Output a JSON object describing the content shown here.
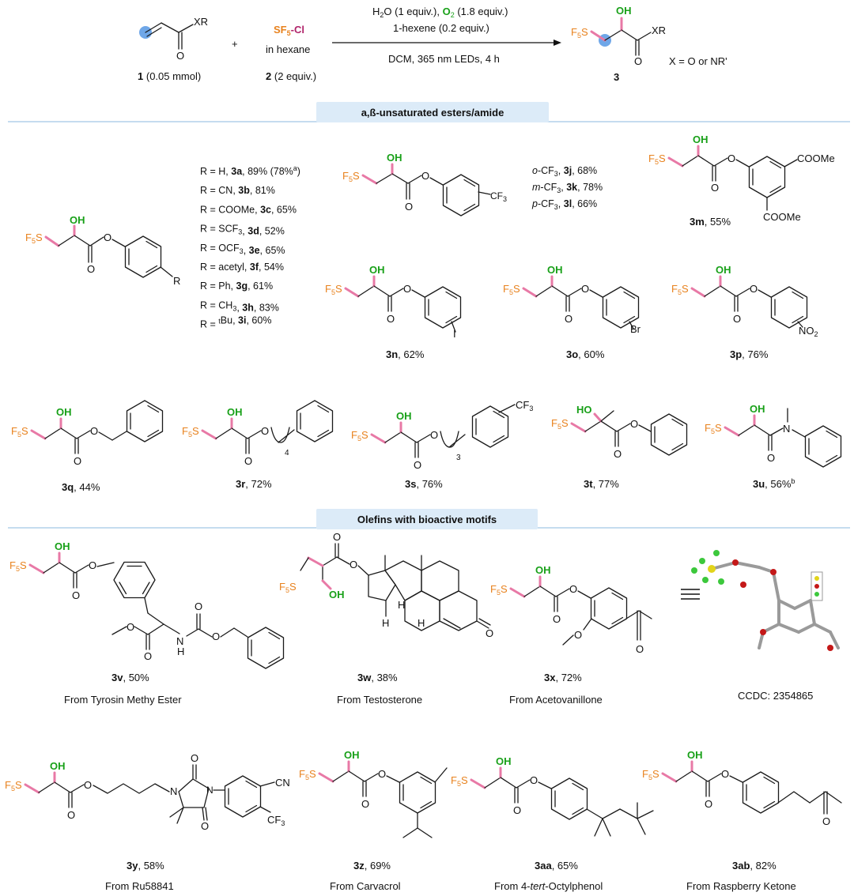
{
  "scheme": {
    "reactant1_label": "XR",
    "reactant1_o": "O",
    "reactant1_caption_num": "1",
    "reactant1_caption_amt": "(0.05 mmol)",
    "plus": "+",
    "reagent2_sf5": "SF",
    "reagent2_sub": "5",
    "reagent2_cl": "-Cl",
    "reagent2_solvent": "in hexane",
    "reagent2_caption_num": "2",
    "reagent2_caption_amt": "(2 equiv.)",
    "cond_line1_a": "H",
    "cond_line1_a_sub": "2",
    "cond_line1_b": "O (1 equiv.), ",
    "cond_line1_c": "O",
    "cond_line1_c_sub": "2",
    "cond_line1_d": " (1.8 equiv.)",
    "cond_line2": "1-hexene (0.2 equiv.)",
    "cond_line3": "DCM, 365 nm LEDs, 4 h",
    "product_caption": "3",
    "product_xr": "XR",
    "product_oh": "OH",
    "x_note": "X = O or NR'"
  },
  "banners": {
    "section1": "a,ß-unsaturated esters/amide",
    "section2": "Olefins with bioactive motifs"
  },
  "r_list": [
    {
      "pre": "R = H, ",
      "id": "3a",
      "post": ", 89% (78%",
      "sup": "a",
      "tail": ")"
    },
    {
      "pre": "R = CN, ",
      "id": "3b",
      "post": ", 81%"
    },
    {
      "pre": "R = COOMe, ",
      "id": "3c",
      "post": ", 65%"
    },
    {
      "pre": "R = SCF",
      "sub": "3",
      "pre2": ", ",
      "id": "3d",
      "post": ", 52%"
    },
    {
      "pre": "R = OCF",
      "sub": "3",
      "pre2": ", ",
      "id": "3e",
      "post": ", 65%"
    },
    {
      "pre": "R = acetyl, ",
      "id": "3f",
      "post": ", 54%"
    },
    {
      "pre": "R = Ph, ",
      "id": "3g",
      "post": ", 61%"
    },
    {
      "pre": "R = CH",
      "sub": "3",
      "pre2": ", ",
      "id": "3h",
      "post": ", 83%"
    },
    {
      "pre": "R = ",
      "sup": "t",
      "pre2": "Bu, ",
      "id": "3i",
      "post": ", 60%"
    }
  ],
  "cf3_list": [
    {
      "pos": "o",
      "label": "-CF",
      "sub": "3",
      "id": "3j",
      "yield": ", 68%"
    },
    {
      "pos": "m",
      "label": "-CF",
      "sub": "3",
      "id": "3k",
      "yield": ", 78%"
    },
    {
      "pos": "p",
      "label": "-CF",
      "sub": "3",
      "id": "3l",
      "yield": ", 66%"
    }
  ],
  "compounds": {
    "3m": {
      "id": "3m",
      "yield": ", 55%",
      "sub1": "COOMe",
      "sub2": "COOMe"
    },
    "3n": {
      "id": "3n",
      "yield": ", 62%",
      "sub": "I"
    },
    "3o": {
      "id": "3o",
      "yield": ", 60%",
      "sub": "Br"
    },
    "3p": {
      "id": "3p",
      "yield": ", 76%",
      "sub": "NO",
      "sub_sub": "2"
    },
    "3q": {
      "id": "3q",
      "yield": ", 44%"
    },
    "3r": {
      "id": "3r",
      "yield": ", 72%",
      "chain": "4"
    },
    "3s": {
      "id": "3s",
      "yield": ", 76%",
      "chain": "3",
      "sub": "CF",
      "sub_sub": "3"
    },
    "3t": {
      "id": "3t",
      "yield": ", 77%",
      "ho": "HO"
    },
    "3u": {
      "id": "3u",
      "yield": ", 56%",
      "sup": "b",
      "n": "N"
    },
    "3v": {
      "id": "3v",
      "yield": ", 50%",
      "source": "From Tyrosin Methy Ester",
      "nh": "N",
      "h": "H"
    },
    "3w": {
      "id": "3w",
      "yield": ", 38%",
      "source": "From Testosterone",
      "h": "H"
    },
    "3x": {
      "id": "3x",
      "yield": ", 72%",
      "source": "From Acetovanillone"
    },
    "ccdc": {
      "label": "CCDC: 2354865"
    },
    "3y": {
      "id": "3y",
      "yield": ", 58%",
      "source": "From Ru58841",
      "cn": "CN",
      "cf3": "CF",
      "cf3_sub": "3",
      "n": "N"
    },
    "3z": {
      "id": "3z",
      "yield": ", 69%",
      "source": "From Carvacrol"
    },
    "3aa": {
      "id": "3aa",
      "yield": ", 65%",
      "source_a": "From 4-",
      "source_b": "tert",
      "source_c": "-Octylphenol"
    },
    "3ab": {
      "id": "3ab",
      "yield": ", 82%",
      "source": "From Raspberry Ketone"
    }
  },
  "common": {
    "sf5": "F",
    "sf5_sub": "5",
    "sf5_s": "S",
    "oh": "OH",
    "o": "O"
  },
  "colors": {
    "sf5": "#e8821e",
    "oh": "#18a018",
    "pink": "#e879a6",
    "banner": "#dcebf8",
    "blue_dot": "#6fa7e8",
    "cl": "#b0246a"
  }
}
